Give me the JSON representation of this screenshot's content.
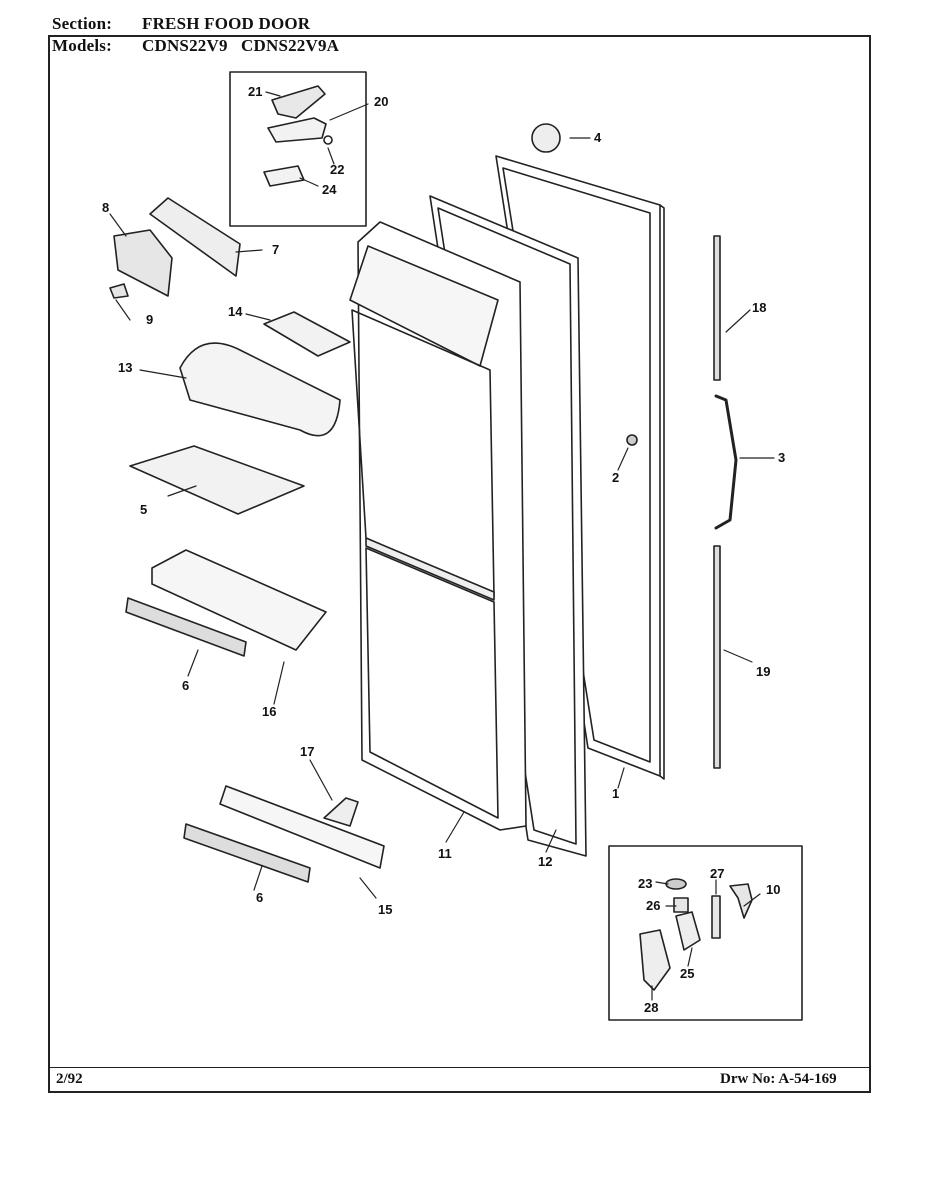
{
  "header": {
    "section_label": "Section:",
    "section_value": "FRESH FOOD DOOR",
    "models_label": "Models:",
    "models_value": "CDNS22V9   CDNS22V9A"
  },
  "footer": {
    "date": "2/92",
    "drawing_number": "Drw No: A-54-169"
  },
  "callouts": {
    "c1": "1",
    "c2": "2",
    "c3": "3",
    "c4": "4",
    "c5": "5",
    "c6a": "6",
    "c6b": "6",
    "c7": "7",
    "c8": "8",
    "c9": "9",
    "c10": "10",
    "c11": "11",
    "c12": "12",
    "c13": "13",
    "c14": "14",
    "c15": "15",
    "c16": "16",
    "c17": "17",
    "c18": "18",
    "c19": "19",
    "c20": "20",
    "c21": "21",
    "c22": "22",
    "c23": "23",
    "c24": "24",
    "c25": "25",
    "c26": "26",
    "c27": "27",
    "c28": "28"
  }
}
